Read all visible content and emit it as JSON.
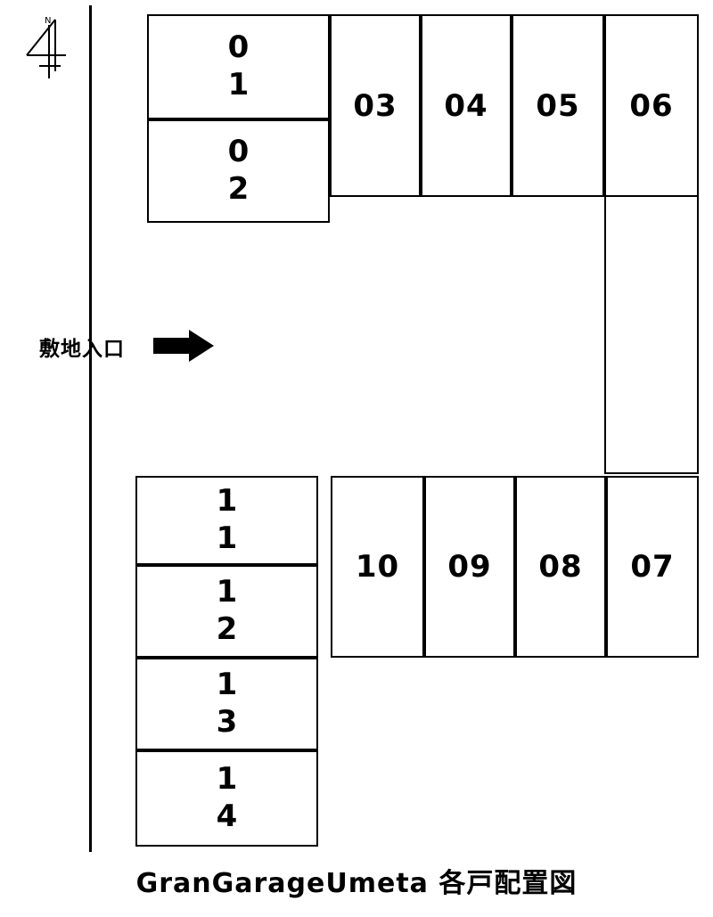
{
  "title": "GranGarageUmeta 各戸配置図",
  "entrance": {
    "label": "敷地入口",
    "arrow_icon": "right-arrow-icon"
  },
  "compass": {
    "icon": "north-arrow-icon",
    "label": "N"
  },
  "units": {
    "north_block_vertical": [
      {
        "id": "01",
        "label": "01"
      },
      {
        "id": "02",
        "label": "02"
      }
    ],
    "north_block_horizontal": [
      {
        "id": "03",
        "label": "03"
      },
      {
        "id": "04",
        "label": "04"
      },
      {
        "id": "05",
        "label": "05"
      },
      {
        "id": "06",
        "label": "06"
      }
    ],
    "south_block_horizontal": [
      {
        "id": "10",
        "label": "10"
      },
      {
        "id": "09",
        "label": "09"
      },
      {
        "id": "08",
        "label": "08"
      },
      {
        "id": "07",
        "label": "07"
      }
    ],
    "south_block_vertical": [
      {
        "id": "11",
        "label": "11"
      },
      {
        "id": "12",
        "label": "12"
      },
      {
        "id": "13",
        "label": "13"
      },
      {
        "id": "14",
        "label": "14"
      }
    ]
  },
  "colors": {
    "line": "#000000",
    "background": "#ffffff"
  }
}
